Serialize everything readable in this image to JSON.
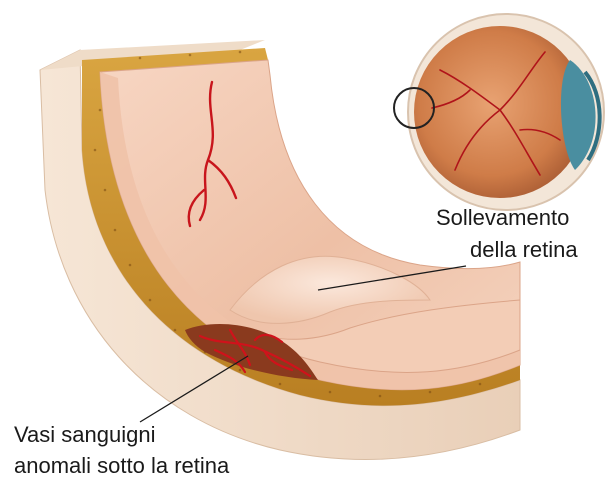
{
  "labels": {
    "retinal_detachment": [
      "Sollevamento",
      "della retina"
    ],
    "abnormal_vessels": [
      "Vasi sanguigni",
      "anomali sotto la retina"
    ]
  },
  "colors": {
    "retina": "#f3c9b0",
    "retina_shadow": "#e7ad94",
    "outer_wall": "#f1dcc8",
    "choroid_band": "#c9922c",
    "blood_vessel": "#d0121b",
    "eye_interior": "#d8895a",
    "eye_lens": "#4a8ea0",
    "pointer_line": "#1a1a1a"
  },
  "icons": {
    "eye_cross_section": "eye-cross-section-illustration",
    "magnifier_circle": "detail-circle-icon"
  }
}
